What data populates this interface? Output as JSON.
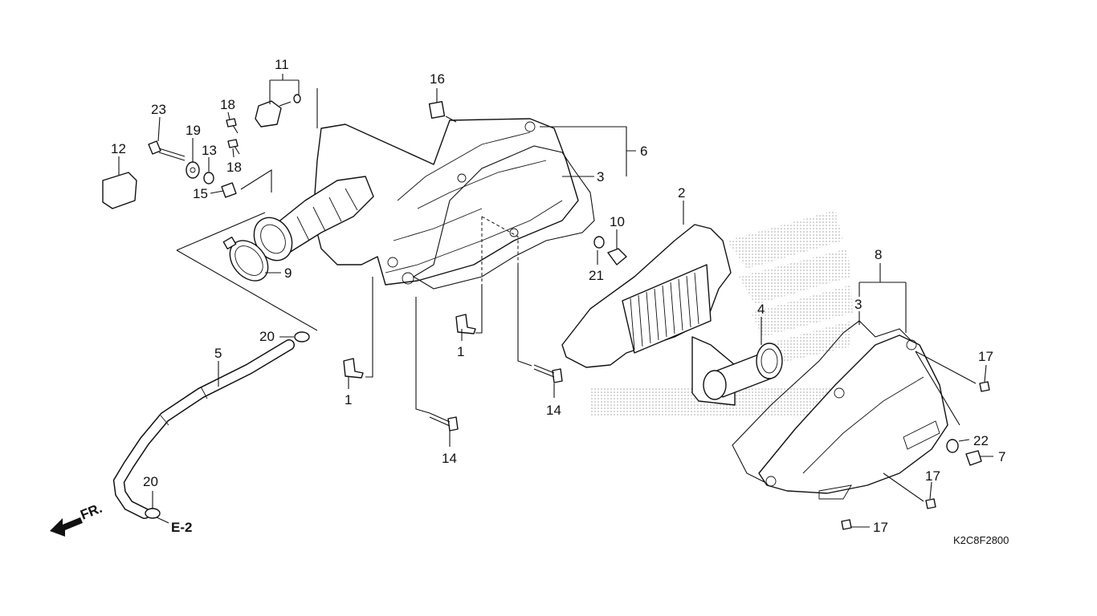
{
  "diagram": {
    "part_numbers": {
      "p1a": "1",
      "p1b": "1",
      "p2": "2",
      "p3a": "3",
      "p3b": "3",
      "p4": "4",
      "p5": "5",
      "p6": "6",
      "p7": "7",
      "p8": "8",
      "p9": "9",
      "p10": "10",
      "p11": "11",
      "p12": "12",
      "p13": "13",
      "p14a": "14",
      "p14b": "14",
      "p15": "15",
      "p16": "16",
      "p17a": "17",
      "p17b": "17",
      "p17c": "17",
      "p18a": "18",
      "p18b": "18",
      "p19": "19",
      "p20a": "20",
      "p20b": "20",
      "p21": "21",
      "p22": "22",
      "p23": "23"
    },
    "reference_label": "E-2",
    "front_label": "FR.",
    "figure_code": "K2C8F2800"
  }
}
